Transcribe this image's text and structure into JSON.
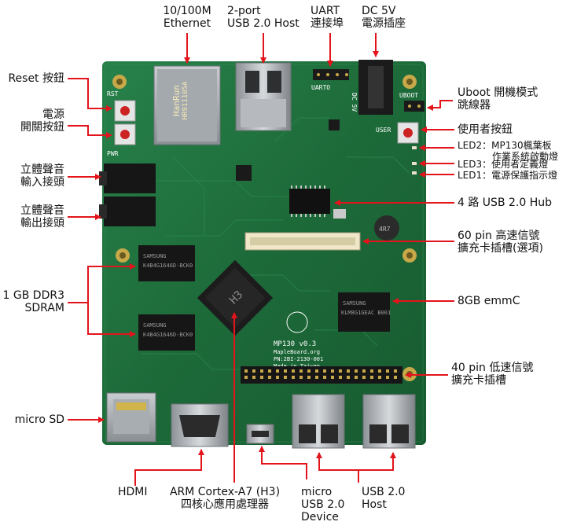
{
  "labels": {
    "ethernet": {
      "line1": "10/100M",
      "line2": "Ethernet"
    },
    "usb_host_2port": {
      "line1": "2-port",
      "line2": "USB 2.0 Host"
    },
    "uart": {
      "line1": "UART",
      "line2": "連接埠"
    },
    "dc5v": {
      "line1": "DC 5V",
      "line2": "電源插座"
    },
    "reset": {
      "line1": "Reset 按鈕"
    },
    "power": {
      "line1": "電源",
      "line2": "開關按鈕"
    },
    "audio_in": {
      "line1": "立體聲音",
      "line2": "輸入接頭"
    },
    "audio_out": {
      "line1": "立體聲音",
      "line2": "輸出接頭"
    },
    "ddr3": {
      "line1": "1 GB DDR3",
      "line2": "SDRAM"
    },
    "microsd": {
      "line1": "micro SD"
    },
    "uboot": {
      "line1": "Uboot 開機模式",
      "line2": "跳線器"
    },
    "user_button": {
      "line1": "使用者按鈕"
    },
    "led2": {
      "line1": "LED2：MP130楓葉板",
      "line2": "作業系統啟動燈"
    },
    "led3": {
      "line1": "LED3：使用者定義燈"
    },
    "led1": {
      "line1": "LED1：電源保護指示燈"
    },
    "usb_hub": {
      "line1": "4 路 USB 2.0 Hub"
    },
    "pin60": {
      "line1": "60 pin 高速信號",
      "line2": "擴充卡插槽(選項)"
    },
    "emmc": {
      "line1": "8GB emmC"
    },
    "pin40": {
      "line1": "40 pin 低速信號",
      "line2": "擴充卡插槽"
    },
    "hdmi": {
      "line1": "HDMI"
    },
    "cpu": {
      "line1": "ARM Cortex-A7 (H3)",
      "line2": "四核心應用處理器"
    },
    "micro_usb": {
      "line1": "micro",
      "line2": "USB 2.0",
      "line3": "Device"
    },
    "usb_host": {
      "line1": "USB 2.0",
      "line2": "Host"
    }
  },
  "silkscreen": {
    "rst": "RST",
    "pwr": "PWR",
    "uarto": "UARTO",
    "dc5v": "DC 5V",
    "uboot": "UBOOT",
    "user": "USER",
    "soc": "H3",
    "board_name": "MP130 v0.3",
    "board_url": "MapleBoard.org",
    "board_pn": "PN:2BI-2130-001",
    "board_made": "Made in Taiwan",
    "ram_brand": "SAMSUNG",
    "ram_part": "K4B4G1646D-BCK0",
    "emmc_brand": "SAMSUNG",
    "emmc_part": "KLM8G1GEAC B001",
    "ethernet_brand": "HanRun",
    "ethernet_part": "HR911105A",
    "inductor": "4R7"
  },
  "colors": {
    "pcb": "#1f6b3a",
    "pcb_dark": "#154d2a",
    "callout": "#e3141b",
    "label": "#111111"
  }
}
